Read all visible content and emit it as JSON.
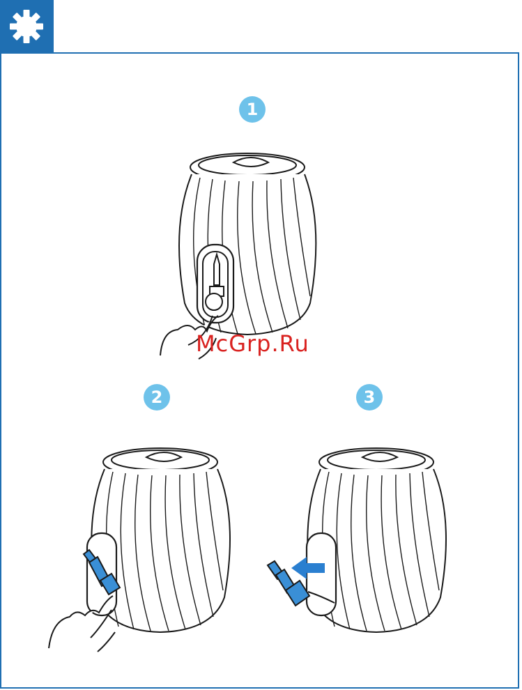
{
  "page": {
    "accent_color": "#1f6fb2",
    "header_icon": "gear-icon",
    "step_badge_color": "#6ec2ea"
  },
  "steps": [
    {
      "number": "1",
      "action": "press-release-button"
    },
    {
      "number": "2",
      "action": "hold-connector"
    },
    {
      "number": "3",
      "action": "pull-out-connector"
    }
  ],
  "watermark": {
    "text": "McGrp.Ru",
    "color": "#d9211f"
  },
  "arrow_color": "#2a7fd0",
  "connector_color": "#3a8fd6"
}
